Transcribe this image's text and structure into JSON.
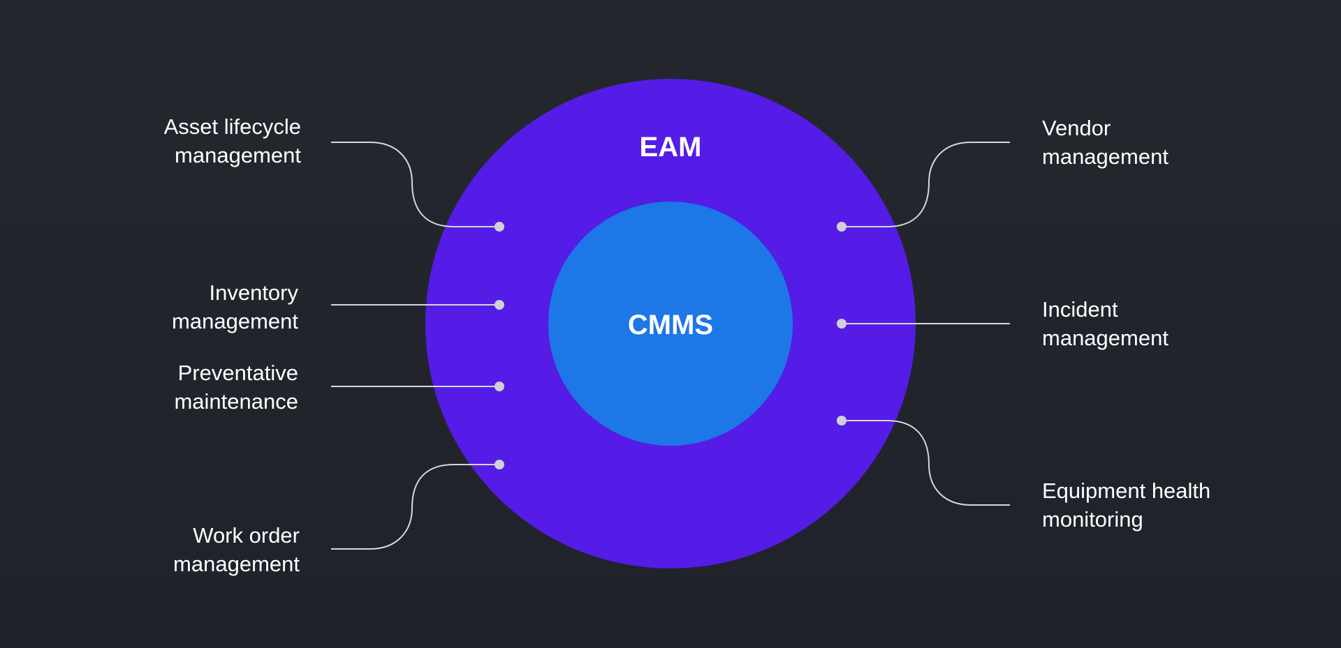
{
  "diagram": {
    "outer": {
      "label": "EAM",
      "color": "#541ce6"
    },
    "inner": {
      "label": "CMMS",
      "color": "#1d77e6"
    },
    "background": "#22242d",
    "connector_color": "#d7d8dc",
    "left_features": [
      {
        "line1": "Asset lifecycle",
        "line2": "management"
      },
      {
        "line1": "Inventory",
        "line2": "management"
      },
      {
        "line1": "Preventative",
        "line2": "maintenance"
      },
      {
        "line1": "Work order",
        "line2": "management"
      }
    ],
    "right_features": [
      {
        "line1": "Vendor",
        "line2": "management"
      },
      {
        "line1": "Incident",
        "line2": "management"
      },
      {
        "line1": "Equipment health",
        "line2": "monitoring"
      }
    ]
  }
}
